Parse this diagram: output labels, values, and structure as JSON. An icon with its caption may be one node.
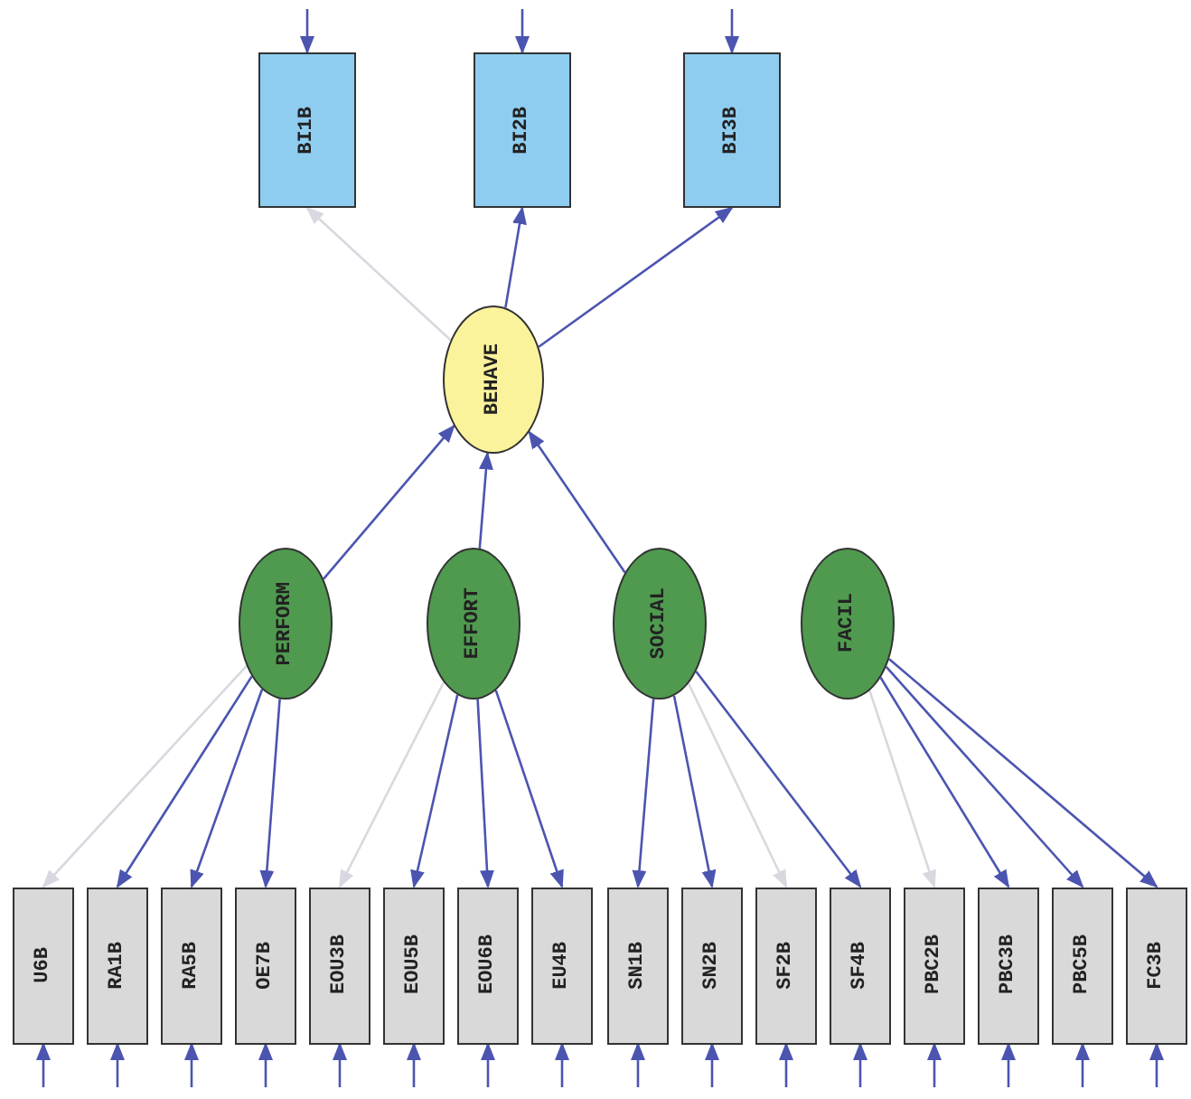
{
  "diagram": {
    "nodes": [
      {
        "text": [
          "BI1B"
        ]
      },
      {
        "text": [
          "BI2B"
        ]
      },
      {
        "text": [
          "BI3B"
        ]
      },
      {
        "text": [
          "BEHAVE"
        ]
      },
      {
        "text": [
          "PERFORM"
        ]
      },
      {
        "text": [
          "EFFORT"
        ]
      },
      {
        "text": [
          "SOCIAL"
        ]
      },
      {
        "text": [
          "FACIL"
        ]
      },
      {
        "text": [
          "U6B"
        ]
      },
      {
        "text": [
          "RA1B"
        ]
      },
      {
        "text": [
          "RA5B"
        ]
      },
      {
        "text": [
          "OE7B"
        ]
      },
      {
        "text": [
          "EOU3B"
        ]
      },
      {
        "text": [
          "EOU5B"
        ]
      },
      {
        "text": [
          "EOU6B"
        ]
      },
      {
        "text": [
          "EU4B"
        ]
      },
      {
        "text": [
          "SN1B"
        ]
      },
      {
        "text": [
          "SN2B"
        ]
      },
      {
        "text": [
          "SF2B"
        ]
      },
      {
        "text": [
          "SF4B"
        ]
      },
      {
        "text": [
          "PBC2B"
        ]
      },
      {
        "text": [
          "PBC3B"
        ]
      },
      {
        "text": [
          "PBC5B"
        ]
      },
      {
        "text": [
          "FC3B"
        ]
      }
    ],
    "edges": [
      {
        "from": null,
        "to": 0,
        "arrow": "to"
      },
      {
        "from": null,
        "to": 1,
        "arrow": "to"
      },
      {
        "from": null,
        "to": 2,
        "arrow": "to"
      },
      {
        "from": 3,
        "to": 0,
        "arrow": "to",
        "color": "#d8d8e0"
      },
      {
        "from": 3,
        "to": 1,
        "arrow": "to"
      },
      {
        "from": 3,
        "to": 2,
        "arrow": "to"
      },
      {
        "from": 4,
        "to": 3,
        "arrow": "to"
      },
      {
        "from": 5,
        "to": 3,
        "arrow": "to"
      },
      {
        "from": 6,
        "to": 3,
        "arrow": "to"
      },
      {
        "from": 4,
        "to": 8,
        "arrow": "to",
        "color": "#d8d8e0"
      },
      {
        "from": 4,
        "to": 9,
        "arrow": "to"
      },
      {
        "from": 4,
        "to": 10,
        "arrow": "to"
      },
      {
        "from": 4,
        "to": 11,
        "arrow": "to"
      },
      {
        "from": 5,
        "to": 12,
        "arrow": "to",
        "color": "#d8d8e0"
      },
      {
        "from": 5,
        "to": 13,
        "arrow": "to"
      },
      {
        "from": 5,
        "to": 14,
        "arrow": "to"
      },
      {
        "from": 5,
        "to": 15,
        "arrow": "to"
      },
      {
        "from": 6,
        "to": 16,
        "arrow": "to"
      },
      {
        "from": 6,
        "to": 17,
        "arrow": "to"
      },
      {
        "from": 6,
        "to": 18,
        "arrow": "to",
        "color": "#d8d8e0"
      },
      {
        "from": 6,
        "to": 19,
        "arrow": "to"
      },
      {
        "from": 7,
        "to": 20,
        "arrow": "to",
        "color": "#d8d8e0"
      },
      {
        "from": 7,
        "to": 21,
        "arrow": "to"
      },
      {
        "from": 7,
        "to": 22,
        "arrow": "to"
      },
      {
        "from": 7,
        "to": 23,
        "arrow": "to"
      },
      {
        "from": null,
        "to": 8,
        "arrow": "to"
      },
      {
        "from": null,
        "to": 9,
        "arrow": "to"
      },
      {
        "from": null,
        "to": 10,
        "arrow": "to"
      },
      {
        "from": null,
        "to": 11,
        "arrow": "to"
      },
      {
        "from": null,
        "to": 12,
        "arrow": "to"
      },
      {
        "from": null,
        "to": 13,
        "arrow": "to"
      },
      {
        "from": null,
        "to": 14,
        "arrow": "to"
      },
      {
        "from": null,
        "to": 15,
        "arrow": "to"
      },
      {
        "from": null,
        "to": 16,
        "arrow": "to"
      },
      {
        "from": null,
        "to": 17,
        "arrow": "to"
      },
      {
        "from": null,
        "to": 18,
        "arrow": "to"
      },
      {
        "from": null,
        "to": 19,
        "arrow": "to"
      },
      {
        "from": null,
        "to": 20,
        "arrow": "to"
      },
      {
        "from": null,
        "to": 21,
        "arrow": "to"
      },
      {
        "from": null,
        "to": 22,
        "arrow": "to"
      },
      {
        "from": null,
        "to": 23,
        "arrow": "to"
      }
    ]
  }
}
